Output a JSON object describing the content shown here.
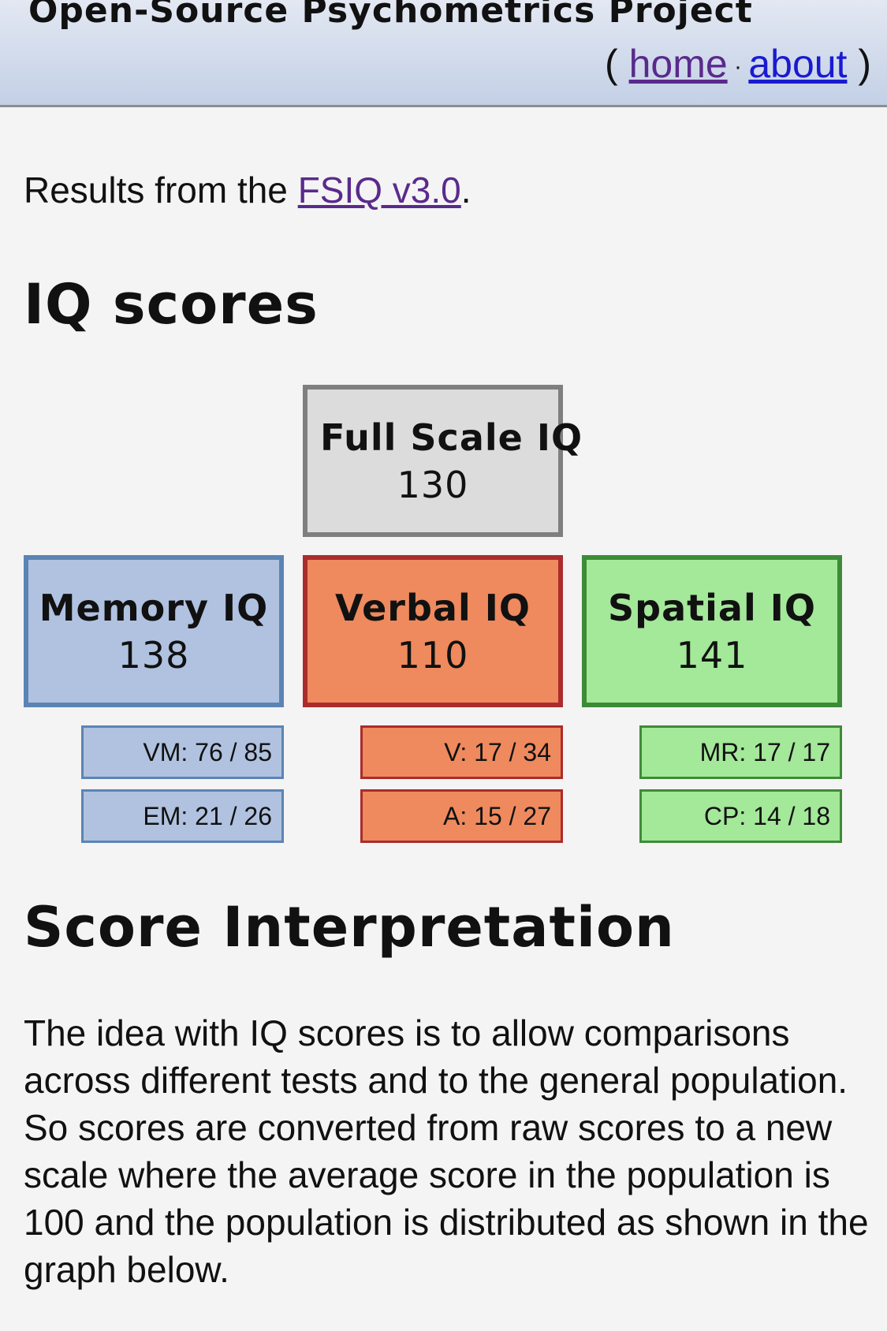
{
  "header": {
    "site_title": "Open-Source Psychometrics Project",
    "nav_open": "( ",
    "nav_home": "home",
    "nav_sep": " · ",
    "nav_about": "about",
    "nav_close": " )"
  },
  "intro": {
    "prefix": "Results from the ",
    "link_text": "FSIQ v3.0",
    "suffix": "."
  },
  "iq_section": {
    "heading": "IQ scores",
    "full_scale": {
      "label": "Full Scale IQ",
      "value": "130"
    },
    "memory": {
      "label": "Memory IQ",
      "value": "138"
    },
    "verbal": {
      "label": "Verbal IQ",
      "value": "110"
    },
    "spatial": {
      "label": "Spatial IQ",
      "value": "141"
    },
    "subscores": {
      "vm": "VM: 76 / 85",
      "em": "EM: 21 / 26",
      "v": "V: 17 / 34",
      "a": "A: 15 / 27",
      "mr": "MR: 17 / 17",
      "cp": "CP: 14 / 18"
    }
  },
  "interpretation": {
    "heading": "Score Interpretation",
    "paragraph": "The idea with IQ scores is to allow comparisons across different tests and to the general population. So scores are converted from raw scores to a new scale where the average score in the population is 100 and the population is distributed as shown in the graph below."
  },
  "colors": {
    "memory": "#b0c2e0",
    "verbal": "#ee8a5e",
    "spatial": "#a4e89a",
    "full_scale": "#dcdcdc"
  }
}
